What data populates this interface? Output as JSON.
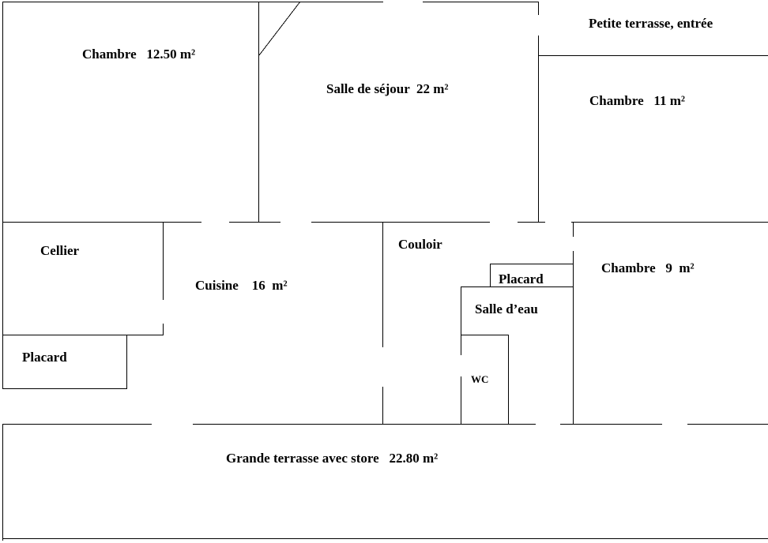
{
  "plan": {
    "rooms": {
      "chambre_1": "Chambre   12.50 m²",
      "salle_de_sejour": "Salle de séjour  22 m²",
      "petite_terrasse": "Petite terrasse, entrée",
      "chambre_2": "Chambre   11 m²",
      "cellier": "Cellier",
      "cuisine": "Cuisine    16  m²",
      "couloir": "Couloir",
      "placard_1": "Placard",
      "chambre_3": "Chambre   9  m²",
      "salle_d_eau": "Salle d’eau",
      "placard_2": "Placard",
      "wc": "WC",
      "grande_terrasse": "Grande terrasse avec store   22.80 m²"
    }
  }
}
